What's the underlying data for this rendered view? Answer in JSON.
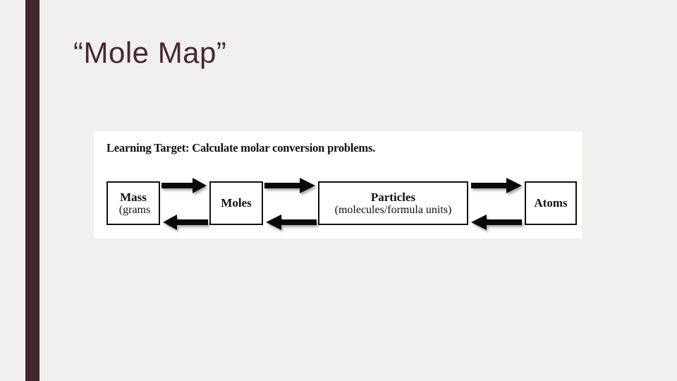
{
  "slide": {
    "title": "“Mole Map”",
    "background_color": "#f1f0ee",
    "accent_color": "#42262c",
    "title_color": "#46292f"
  },
  "diagram": {
    "panel_background": "#ffffff",
    "learning_target": "Learning Target: Calculate molar conversion problems.",
    "nodes": [
      {
        "id": "mass",
        "title": "Mass",
        "sub": "(grams"
      },
      {
        "id": "moles",
        "title": "Moles",
        "sub": ""
      },
      {
        "id": "particles",
        "title": "Particles",
        "sub": "(molecules/formula units)"
      },
      {
        "id": "atoms",
        "title": "Atoms",
        "sub": ""
      }
    ],
    "connections": [
      {
        "from": "mass",
        "to": "moles",
        "forward": "arrow-right-icon",
        "reverse": "arrow-left-icon"
      },
      {
        "from": "moles",
        "to": "particles",
        "forward": "arrow-right-icon",
        "reverse": "arrow-left-icon"
      },
      {
        "from": "particles",
        "to": "atoms",
        "forward": "arrow-right-icon",
        "reverse": "arrow-left-icon"
      }
    ],
    "stroke_color": "#111111"
  }
}
